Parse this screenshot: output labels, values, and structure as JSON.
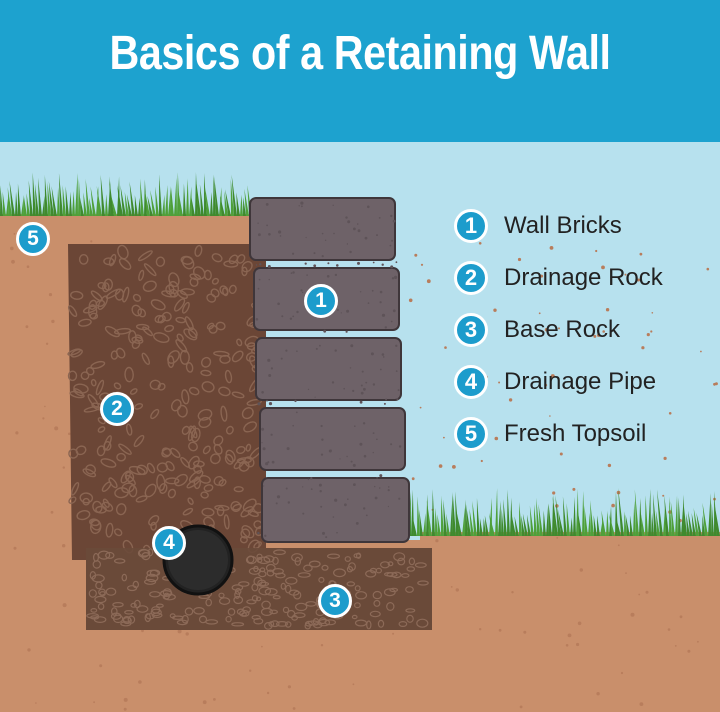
{
  "title": "Basics of a Retaining Wall",
  "legend": [
    {
      "number": "1",
      "label": "Wall Bricks"
    },
    {
      "number": "2",
      "label": "Drainage Rock"
    },
    {
      "number": "3",
      "label": "Base Rock"
    },
    {
      "number": "4",
      "label": "Drainage Pipe"
    },
    {
      "number": "5",
      "label": "Fresh Topsoil"
    }
  ],
  "markers": {
    "wall_bricks": "1",
    "drainage_rock": "2",
    "base_rock": "3",
    "drainage_pipe": "4",
    "fresh_topsoil": "5"
  },
  "colors": {
    "banner": "#1da2cf",
    "sky": "#b7e1ee",
    "soil": "#c98f6b",
    "rock_fill": "#6a4a3a",
    "brick": "#6e6268",
    "grass": "#4ea03a",
    "badge": "#1c9ccc",
    "pipe": "#222222"
  }
}
